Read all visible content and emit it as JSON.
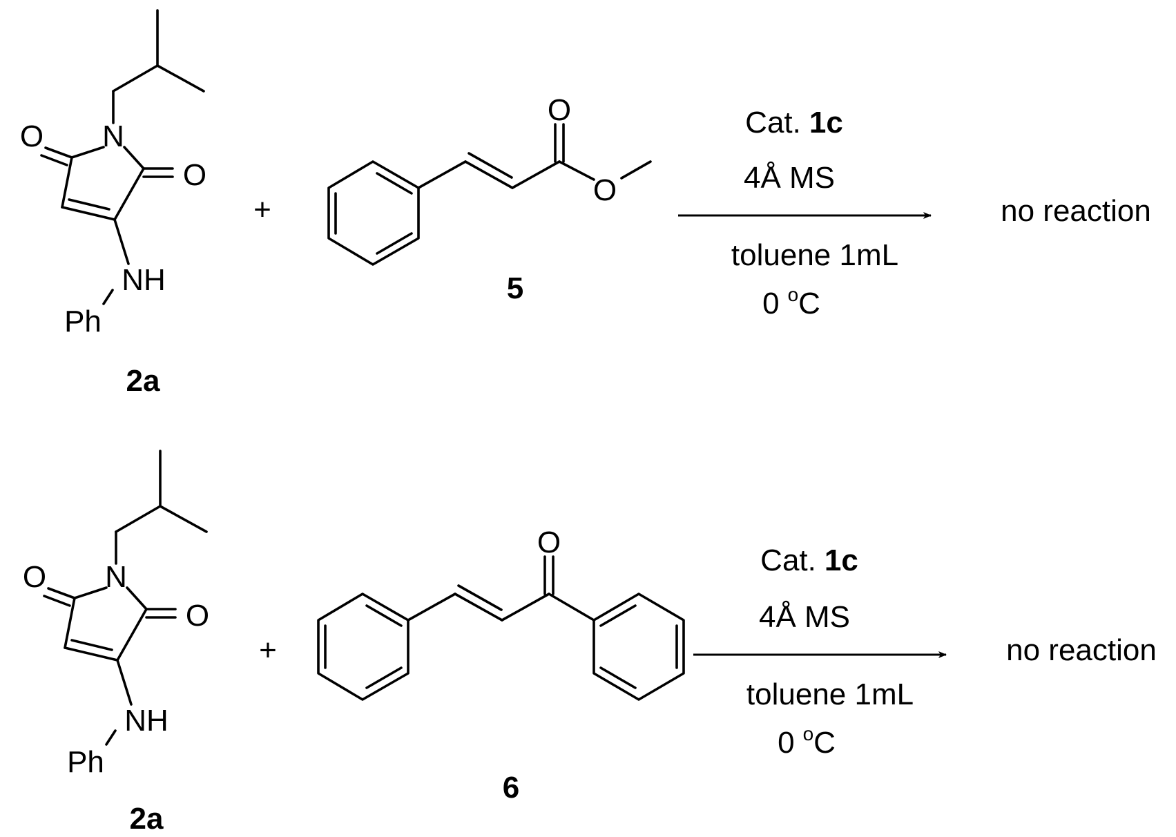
{
  "colors": {
    "ink": "#000000",
    "background": "#ffffff"
  },
  "reactions": [
    {
      "reactant_a": {
        "label": "2a",
        "atoms": {
          "o_left": "O",
          "n": "N",
          "o_right": "O",
          "nh": "NH",
          "ph": "Ph"
        }
      },
      "plus": "+",
      "reactant_b": {
        "label": "5",
        "atoms": {
          "o_carbonyl": "O",
          "o_ester": "O"
        }
      },
      "conditions": {
        "catalyst_prefix": "Cat.",
        "catalyst_id": "1c",
        "additive": "4Å MS",
        "solvent": "toluene 1mL",
        "temperature_value": "0",
        "temperature_degree": "o",
        "temperature_unit": "C"
      },
      "outcome": "no reaction"
    },
    {
      "reactant_a": {
        "label": "2a",
        "atoms": {
          "o_left": "O",
          "n": "N",
          "o_right": "O",
          "nh": "NH",
          "ph": "Ph"
        }
      },
      "plus": "+",
      "reactant_b": {
        "label": "6",
        "atoms": {
          "o_carbonyl": "O"
        }
      },
      "conditions": {
        "catalyst_prefix": "Cat.",
        "catalyst_id": "1c",
        "additive": "4Å MS",
        "solvent": "toluene 1mL",
        "temperature_value": "0",
        "temperature_degree": "o",
        "temperature_unit": "C"
      },
      "outcome": "no reaction"
    }
  ]
}
